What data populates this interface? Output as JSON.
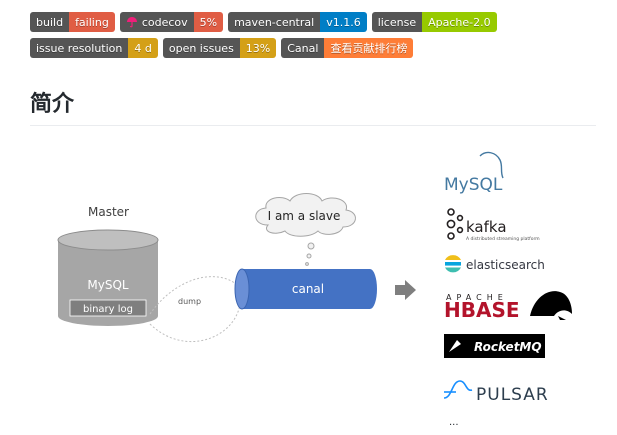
{
  "badges_row1": [
    {
      "label": "build",
      "value": "failing",
      "color": "#e05d44"
    },
    {
      "label": "codecov",
      "value": "5%",
      "color": "#e05d44",
      "icon": "codecov-umbrella-icon"
    },
    {
      "label": "maven-central",
      "value": "v1.1.6",
      "color": "#007ec6"
    },
    {
      "label": "license",
      "value": "Apache-2.0",
      "color": "#97ca00"
    }
  ],
  "badges_row2": [
    {
      "label": "issue resolution",
      "value": "4 d",
      "color": "#d4a017"
    },
    {
      "label": "open issues",
      "value": "13%",
      "color": "#d4a017"
    },
    {
      "label": "Canal",
      "value": "查看贡献排行榜",
      "color": "#fe7d37"
    }
  ],
  "section": {
    "title": "简介"
  },
  "diagram": {
    "master_label": "Master",
    "mysql_label": "MySQL",
    "binlog_label": "binary log",
    "dump_label": "dump",
    "cloud_text": "I am a slave",
    "canal_label": "canal",
    "targets": {
      "mysql": "MySQL",
      "kafka": "kafka",
      "kafka_tagline": "A distributed streaming platform",
      "elasticsearch": "elasticsearch",
      "hbase_top": "APACHE",
      "hbase": "HBASE",
      "rocketmq": "RocketMQ",
      "pulsar": "PULSAR",
      "more": "..."
    },
    "colors": {
      "canal": "#4472c4",
      "db": "#a6a6a6",
      "hbase": "#b3132b"
    }
  }
}
